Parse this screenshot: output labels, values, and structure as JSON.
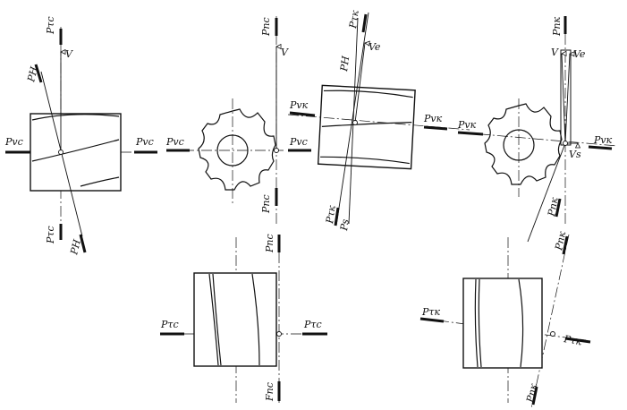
{
  "figure": {
    "labels": {
      "p_tc": "Pτc",
      "p_h": "PH",
      "p_vc": "Pvc",
      "p_nc": "Pnc",
      "p_tk": "Pτк",
      "p_vk": "Pvк",
      "p_nk": "Pnк",
      "f_nc": "Fnc",
      "p_s": "Ps",
      "v": "V",
      "v_e": "Ve",
      "v_s": "Vs"
    }
  }
}
